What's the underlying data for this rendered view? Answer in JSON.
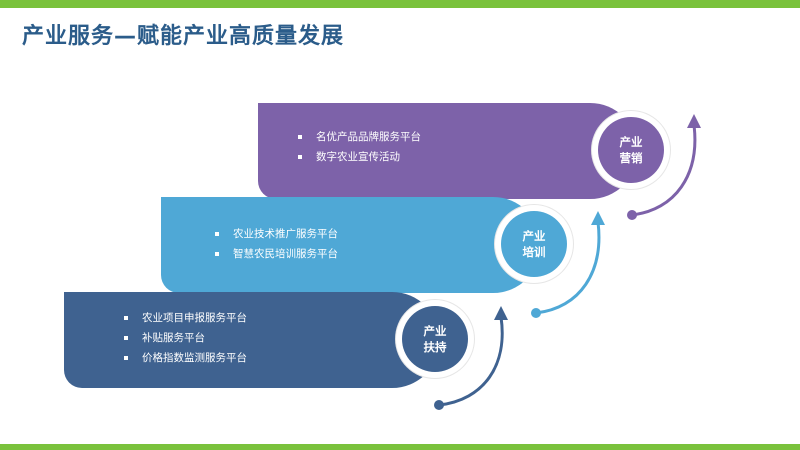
{
  "title": "产业服务—赋能产业高质量发展",
  "colors": {
    "accent_bar": "#7ac23c",
    "title": "#2b5c8a",
    "marketing": "#7d62a9",
    "training": "#4fa8d6",
    "support": "#3f6290"
  },
  "sections": {
    "marketing": {
      "circle_line1": "产业",
      "circle_line2": "营销",
      "items": [
        "名优产品品牌服务平台",
        "数字农业宣传活动"
      ]
    },
    "training": {
      "circle_line1": "产业",
      "circle_line2": "培训",
      "items": [
        "农业技术推广服务平台",
        "智慧农民培训服务平台"
      ]
    },
    "support": {
      "circle_line1": "产业",
      "circle_line2": "扶持",
      "items": [
        "农业项目申报服务平台",
        "补贴服务平台",
        "价格指数监测服务平台"
      ]
    }
  }
}
